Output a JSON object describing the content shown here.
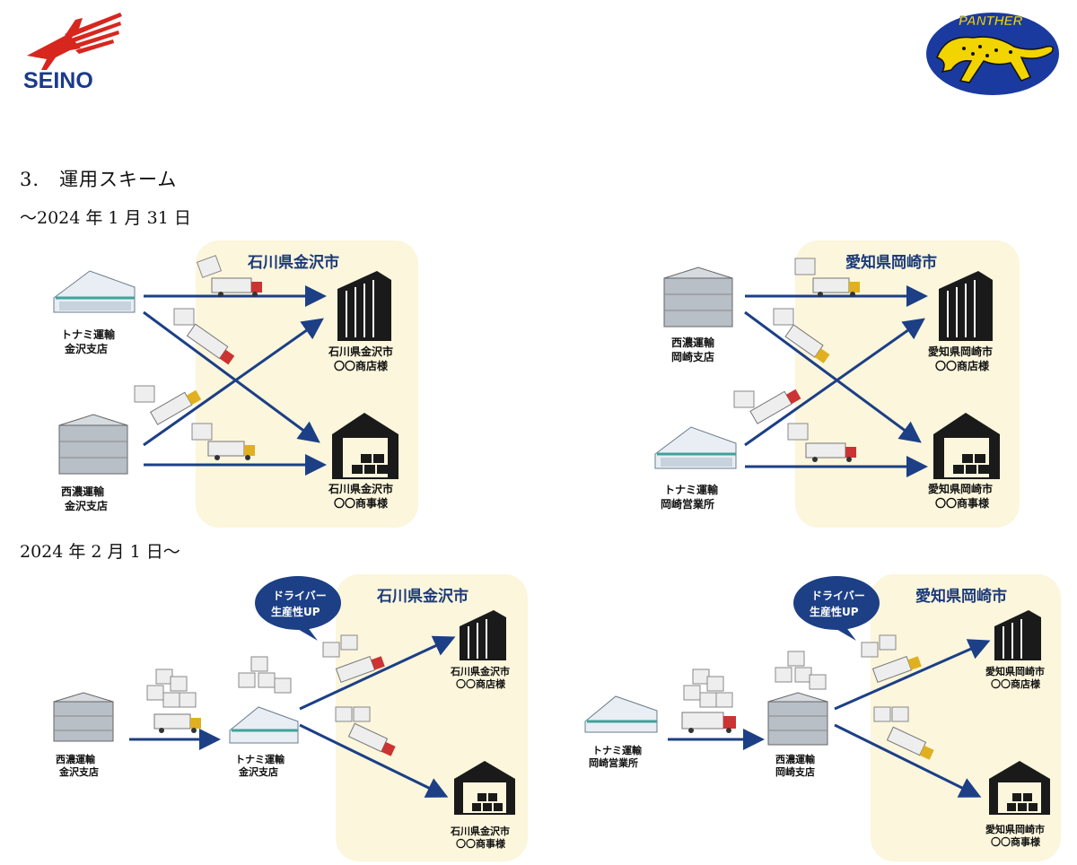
{
  "header": {
    "left_logo": {
      "text": "SEINO",
      "accent_color": "#d7261e",
      "text_color": "#1b3a8c"
    },
    "right_logo": {
      "text": "PANTHER",
      "bg_color": "#1a3aa0",
      "cat_color": "#f2d400"
    }
  },
  "section_title": "3.　運用スキーム",
  "periods": {
    "before": "〜2024 年 1 月 31 日",
    "after": "2024 年 2 月 1 日〜"
  },
  "colors": {
    "arrow": "#1c3f86",
    "zone": "#fbf6dc",
    "bubble": "#1c3f86"
  },
  "diagrams": {
    "before_kanazawa": {
      "city": "石川県金沢市",
      "origin_top": [
        "トナミ運輸",
        "金沢支店"
      ],
      "origin_bottom": [
        "西濃運輸",
        "金沢支店"
      ],
      "dest_store": [
        "石川県金沢市",
        "〇〇商店様"
      ],
      "dest_office": [
        "石川県金沢市",
        "〇〇商事様"
      ]
    },
    "before_okazaki": {
      "city": "愛知県岡崎市",
      "origin_top": [
        "西濃運輸",
        "岡崎支店"
      ],
      "origin_bottom": [
        "トナミ運輸",
        "岡崎営業所"
      ],
      "dest_store": [
        "愛知県岡崎市",
        "〇〇商店様"
      ],
      "dest_office": [
        "愛知県岡崎市",
        "〇〇商事様"
      ]
    },
    "after_kanazawa": {
      "city": "石川県金沢市",
      "bubble": [
        "ドライバー",
        "生産性UP"
      ],
      "origin": [
        "西濃運輸",
        "金沢支店"
      ],
      "hub": [
        "トナミ運輸",
        "金沢支店"
      ],
      "dest_store": [
        "石川県金沢市",
        "〇〇商店様"
      ],
      "dest_office": [
        "石川県金沢市",
        "〇〇商事様"
      ]
    },
    "after_okazaki": {
      "city": "愛知県岡崎市",
      "bubble": [
        "ドライバー",
        "生産性UP"
      ],
      "origin": [
        "トナミ運輸",
        "岡崎営業所"
      ],
      "hub": [
        "西濃運輸",
        "岡崎支店"
      ],
      "dest_store": [
        "愛知県岡崎市",
        "〇〇商店様"
      ],
      "dest_office": [
        "愛知県岡崎市",
        "〇〇商事様"
      ]
    }
  }
}
